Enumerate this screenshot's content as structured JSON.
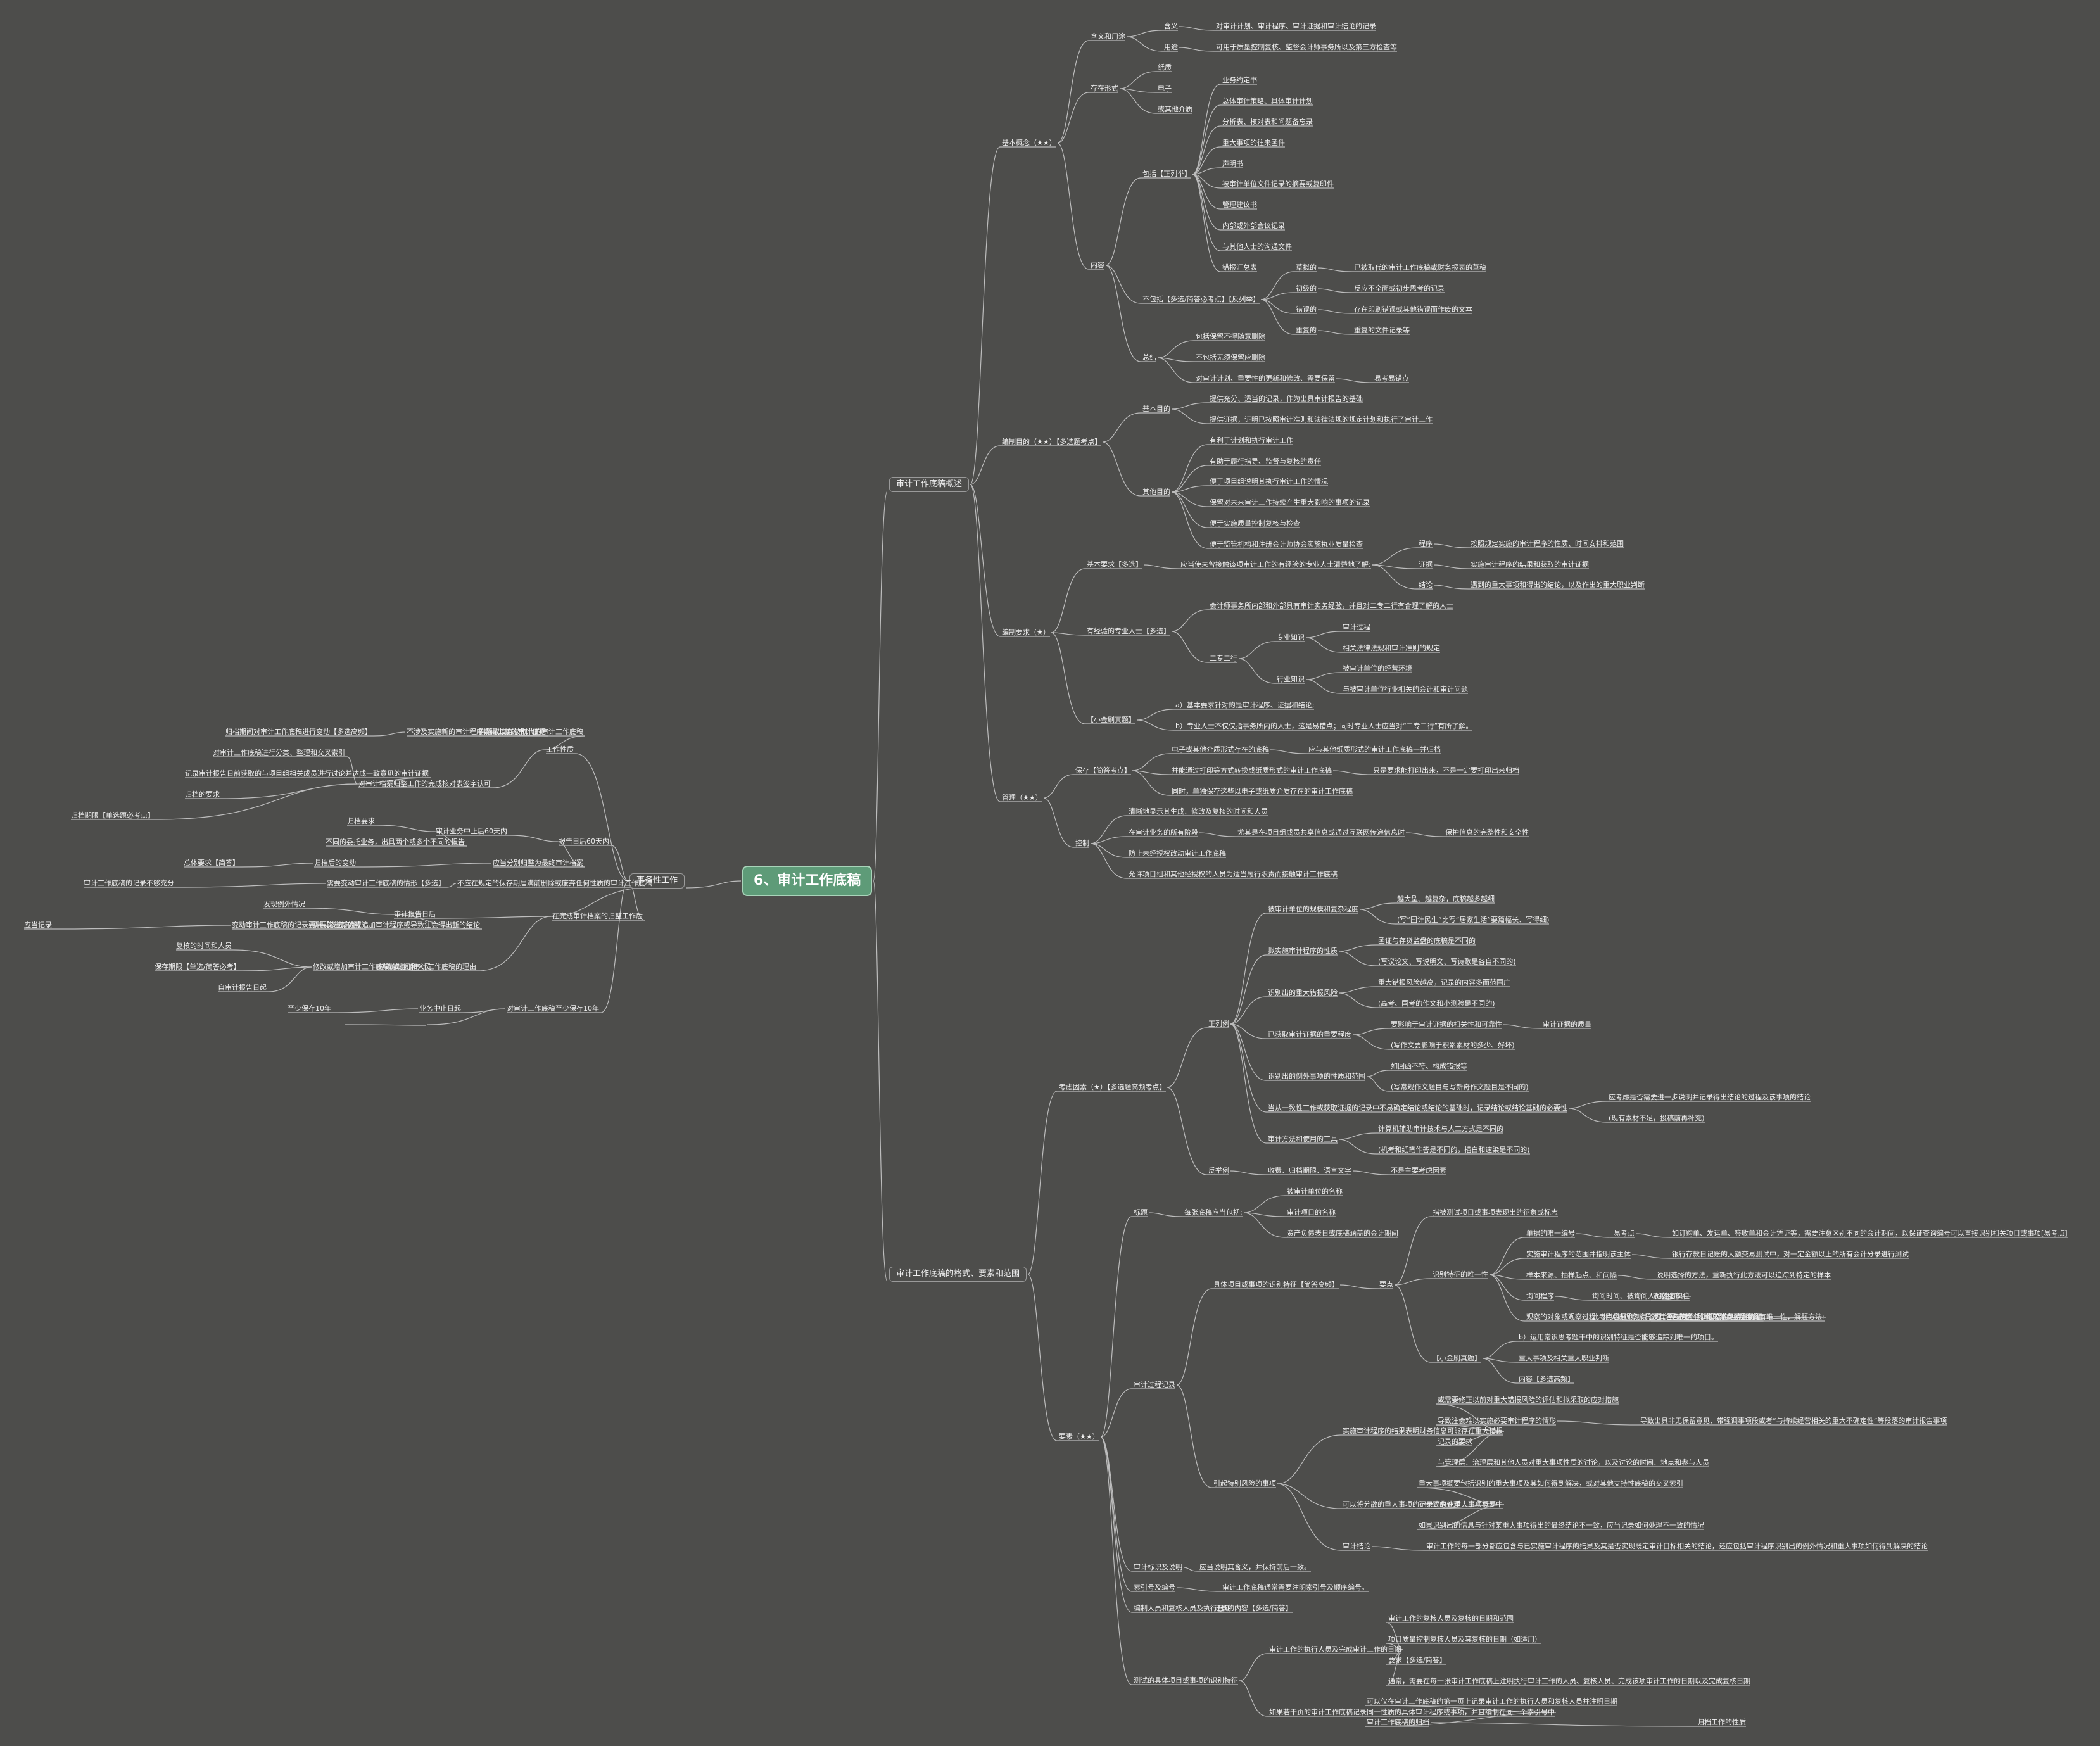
{
  "root": "6、审计工作底稿",
  "colors": {
    "background": "#4d4d4b",
    "line": "#bdbdbd",
    "root_fill": "#5e9b78",
    "text": "#efefef"
  },
  "nodes": [
    "审计工作底稿概述",
    "基本概念（★★）",
    "含义和用途",
    "含义",
    "对审计计划、审计程序、审计证据和审计结论的记录",
    "用途",
    "可用于质量控制复核、监督会计师事务所以及第三方检查等",
    "存在形式",
    "纸质",
    "电子",
    "或其他介质",
    "内容",
    "包括【正列举】",
    "业务约定书",
    "总体审计策略、具体审计计划",
    "分析表、核对表和问题备忘录",
    "重大事项的往来函件",
    "声明书",
    "被审计单位文件记录的摘要或复印件",
    "管理建议书",
    "内部或外部会议记录",
    "与其他人士的沟通文件",
    "错报汇总表",
    "不包括【多选/简答必考点】【反列举】",
    "草拟的",
    "已被取代的审计工作底稿或财务报表的草稿",
    "初级的",
    "反应不全面或初步思考的记录",
    "错误的",
    "存在印刷错误或其他错误而作废的文本",
    "重复的",
    "重复的文件记录等",
    "总结",
    "包括保留不得随意删除",
    "不包括无须保留应删除",
    "对审计计划、重要性的更新和修改、需要保留",
    "易考易错点",
    "编制目的（★★）【多选题考点】",
    "基本目的",
    "提供充分、适当的记录，作为出具审计报告的基础",
    "提供证据，证明已按照审计准则和法律法规的规定计划和执行了审计工作",
    "其他目的",
    "有利于计划和执行审计工作",
    "有助于履行指导、监督与复核的责任",
    "便于项目组说明其执行审计工作的情况",
    "保留对未来审计工作持续产生重大影响的事项的记录",
    "便于实施质量控制复核与检查",
    "便于监管机构和注册会计师协会实施执业质量检查",
    "编制要求（★）",
    "基本要求【多选】",
    "应当使未曾接触该项审计工作的有经验的专业人士清楚地了解:",
    "程序",
    "按照规定实施的审计程序的性质、时间安排和范围",
    "证据",
    "实施审计程序的结果和获取的审计证据",
    "结论",
    "遇到的重大事项和得出的结论，以及作出的重大职业判断",
    "有经验的专业人士【多选】",
    "会计师事务所内部和外部具有审计实务经验，并且对二专二行有合理了解的人士",
    "二专二行",
    "专业知识",
    "审计过程",
    "相关法律法规和审计准则的规定",
    "行业知识",
    "被审计单位的经营环境",
    "与被审计单位行业相关的会计和审计问题",
    "【小金刷真题】",
    "a）基本要求针对的是审计程序、证据和结论;",
    "b）专业人士不仅仅指事务所内的人士，这是易错点；同时专业人士应当对“二专二行”有所了解。",
    "管理（★★）",
    "保存【简答考点】",
    "电子或其他介质形式存在的底稿",
    "应与其他纸质形式的审计工作底稿一并归档",
    "并能通过打印等方式转换成纸质形式的审计工作底稿",
    "只是要求能打印出来，不是一定要打印出来归档",
    "同时，单独保存这些以电子或纸质介质存在的审计工作底稿",
    "控制",
    "清晰地显示其生成、修改及复核的时间和人员",
    "在审计业务的所有阶段",
    "尤其是在项目组成员共享信息或通过互联网传递信息时",
    "保护信息的完整性和安全性",
    "防止未经授权改动审计工作底稿",
    "允许项目组和其他经授权的人员为适当履行职责而接触审计工作底稿",
    "审计工作底稿的格式、要素和范围",
    "考虑因素（★）【多选题高频考点】",
    "正列例",
    "被审计单位的规模和复杂程度",
    "越大型、越复杂，底稿越多越细",
    "(写“国计民生”比写“居家生活”要篇幅长、写得细)",
    "拟实施审计程序的性质",
    "函证与存货监盘的底稿是不同的",
    "(写议论文、写说明文、写诗歌是各自不同的)",
    "识别出的重大错报风险",
    "重大错报风险越高，记录的内容多而范围广",
    "(高考、国考的作文和小测验是不同的)",
    "已获取审计证据的重要程度",
    "要影响于审计证据的相关性和可靠性",
    "审计证据的质量",
    "(写作文要影响于积累素材的多少、好坏)",
    "识别出的例外事项的性质和范围",
    "如回函不符、构成错报等",
    "(写常规作文题目与写新奇作文题目是不同的)",
    "当从一致性工作或获取证据的记录中不易确定结论或结论的基础时，记录结论或结论基础的必要性",
    "应考虑是否需要进一步说明并记录得出结论的过程及该事项的结论",
    "(现有素材不足，投稿前再补充)",
    "审计方法和使用的工具",
    "计算机辅助审计技术与人工方式是不同的",
    "(机考和纸笔作答是不同的，描白和速染是不同的)",
    "反举例",
    "收费、归档期限、语言文字",
    "不是主要考虑因素",
    "要素（★★）",
    "标题",
    "每张底稿应当包括:",
    "被审计单位的名称",
    "审计项目的名称",
    "资产负债表日或底稿涵盖的会计期间",
    "审计过程记录",
    "具体项目或事项的识别特征【简答高频】",
    "要点",
    "指被测试项目或事项表现出的征象或标志",
    "识别特征的唯一性",
    "单据的唯一编号",
    "易考点",
    "如订购单、发运单、签收单和会计凭证等，需要注意区别不同的会计期间，以保证查询编号可以直接识别相关项目或事项[易考点]",
    "实施审计程序的范围并指明该主体",
    "银行存款日记账的大额交易测试中，对一定金额以上的所有会计分录进行测试",
    "样本来源、抽样起点、和间隔",
    "说明选择的方法，重新执行此方法可以追踪到特定的样本",
    "询问程序",
    "询问时间、被询问人的姓名职位",
    "观察程序",
    "观察的对象或观察过程、相关被观察人员及其各自的责任、观察的地点和时间",
    "此考点容易命制简答题，要求考生判断识别特征是否具有唯一性，解题方法:",
    "a）记忆表格中总结的常见识别特征;",
    "b）运用常识思考题干中的识别特征是否能够追踪到唯一的项目。",
    "重大事项及相关重大职业判断",
    "内容【多选高频】",
    "引起特别风险的事项",
    "实施审计程序的结果表明财务信息可能存在重大错报",
    "或需要修正以前对重大错报风险的评估和拟采取的应对措施",
    "导致注会难以实施必要审计程序的情形",
    "导致出具非无保留意见、带强调事项段或者“与持续经营相关的重大不确定性”等段落的审计报告事项",
    "记录的要求",
    "与管理层、治理层和其他人员对重大事项性质的讨论，以及讨论的时间、地点和参与人员",
    "可以将分散的重大事项的记录汇总在重大事项概要中",
    "重大事项概要包括识别的重大事项及其如何得到解决，或对其他支持性底稿的交叉索引",
    "不一致的处理",
    "如果识别出的信息与针对某重大事项得出的最终结论不一致，应当记录如何处理不一致的情况",
    "审计结论",
    "审计工作的每一部分都应包含与已实施审计程序的结果及其是否实现既定审计目标相关的结论，还应包括审计程序识别出的例外情况和重大事项如何得到解决的结论",
    "审计标识及说明",
    "应当说明其含义，并保持前后一致。",
    "索引号及编号",
    "审计工作底稿通常需要注明索引号及顺序编号。",
    "编制人员和复核人员及执行日期",
    "记录的内容【多选/简答】",
    "测试的具体项目或事项的识别特征",
    "审计工作的执行人员及完成审计工作的日期",
    "审计工作的复核人员及复核的日期和范围",
    "项目质量控制复核人员及其复核的日期（如适用）",
    "要求【多选/简答】",
    "通常，需要在每一张审计工作底稿上注明执行审计工作的人员、复核人员、完成该项审计工作的日期以及完成复核日期",
    "如果若干页的审计工作底稿记录同一性质的具体审计程序或事项，并且编制在同一个索引号中",
    "可以仅在审计工作底稿的第一页上记录审计工作的执行人员和复核人员并注明日期",
    "审计工作底稿的归档",
    "归档工作的性质",
    "事务性工作",
    "工作性质",
    "不涉及实施新的审计程序或得出新的审计证据",
    "删除或废弃被取代的审计工作底稿",
    "归档期间对审计工作底稿进行变动【多选高频】",
    "对审计工作底稿进行分类、整理和交叉索引",
    "对审计档案归整工作的完成核对表签字认可",
    "记录审计报告日前获取的与项目组相关成员进行讨论并达成一致意见的审计证据",
    "归档的要求",
    "归档期限【单选题必考点】",
    "报告日后60天内",
    "审计业务中止后60天内",
    "归档要求",
    "不同的委托业务，出具两个或多个不同的报告",
    "应当分别归整为最终审计档案",
    "归档后的变动",
    "总体要求【简答】",
    "在完成审计档案的归整工作后",
    "不应在规定的保存期届满前删除或废弃任何性质的审计工作底稿",
    "需要变动审计工作底稿的情形【多选】",
    "审计工作底稿的记录不够充分",
    "审计报告日后",
    "发现例外情况",
    "需要实施新的或追加审计程序或导致注会得出新的结论",
    "变动审计工作底稿的记录要求【多选高频】",
    "应当记录",
    "修改或增加审计工作底稿的理由",
    "修改或增加审计工作底稿的时间和人员",
    "复核的时间和人员",
    "保存期限【单选/简答必考】",
    "自审计报告日起",
    "对审计工作底稿至少保存10年",
    "业务中止日起",
    "至少保存10年"
  ]
}
